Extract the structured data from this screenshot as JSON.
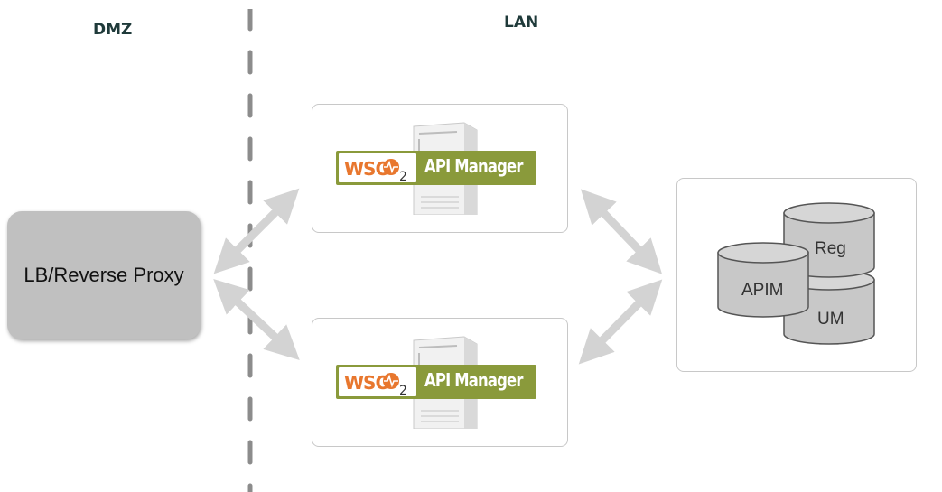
{
  "zones": {
    "dmz": "DMZ",
    "lan": "LAN"
  },
  "proxy": {
    "label": "LB/Reverse Proxy"
  },
  "servers": [
    {
      "logo_text": "WSO",
      "logo_sub": "2",
      "product": "API Manager"
    },
    {
      "logo_text": "WSO",
      "logo_sub": "2",
      "product": "API Manager"
    }
  ],
  "databases": {
    "reg": "Reg",
    "apim": "APIM",
    "um": "UM"
  },
  "colors": {
    "badge": "#8a9a3b",
    "logo_orange": "#e8772e",
    "arrow": "#d3d3d3",
    "proxy_fill": "#c0c0c0",
    "db_fill": "#c8c8c8"
  }
}
